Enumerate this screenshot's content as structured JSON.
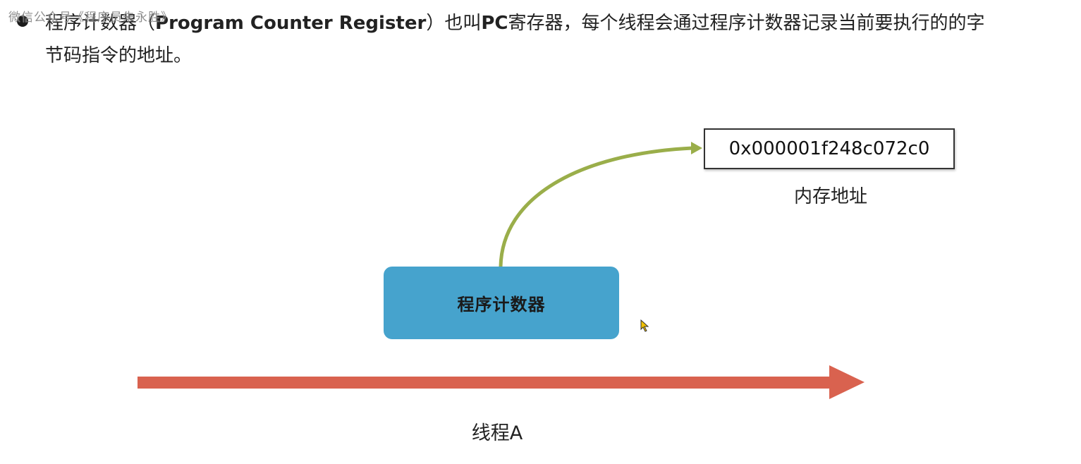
{
  "watermark": "微信公众号《程序员朱永胜》",
  "description": {
    "line1_prefix": "程序计数器（",
    "line1_bold": "Program Counter Register",
    "line1_mid": "）也叫",
    "line1_bold2": "PC",
    "line1_suffix": "寄存器，每个线程会通过程序计数器记录当前要执行的的字",
    "line2": "节码指令的地址。"
  },
  "diagram": {
    "memory_address_value": "0x000001f248c072c0",
    "memory_address_caption": "内存地址",
    "program_counter_label": "程序计数器",
    "thread_label": "线程A"
  },
  "colors": {
    "pc_box": "#46a3cd",
    "curve_arrow": "#9aae4a",
    "thread_arrow": "#d9624f"
  }
}
